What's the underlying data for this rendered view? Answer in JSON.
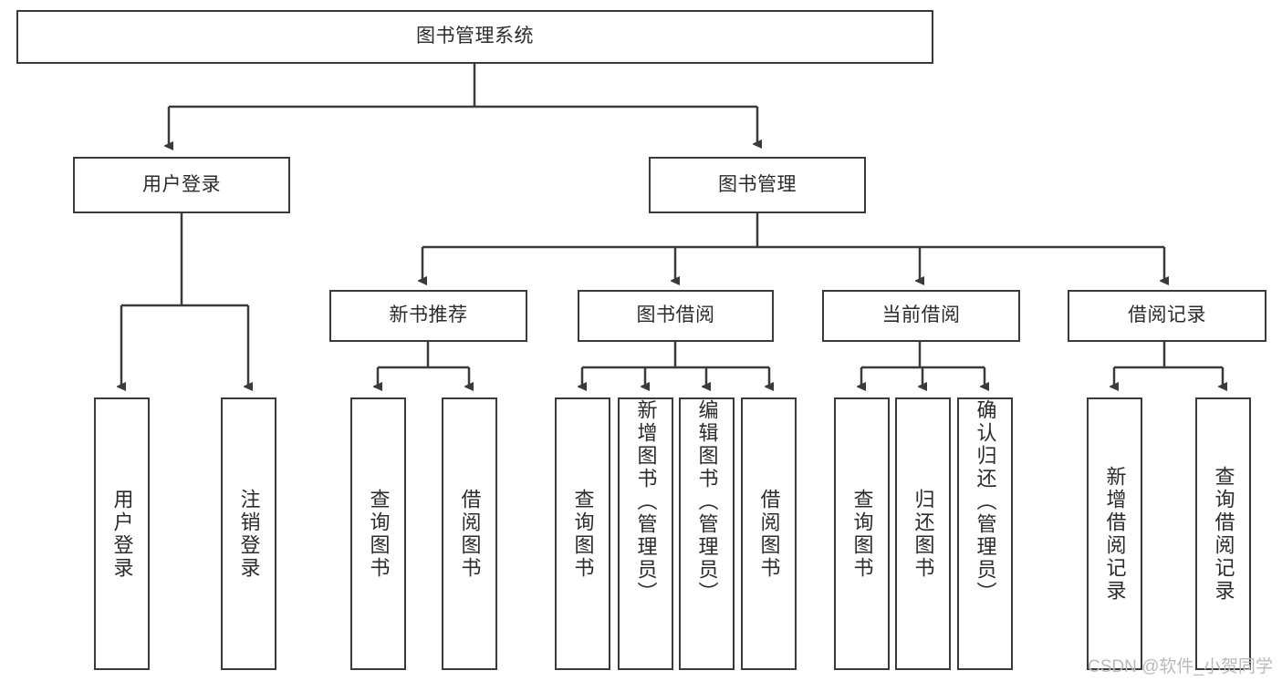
{
  "diagram": {
    "title": "图书管理系统",
    "type": "hierarchy-tree",
    "watermark": "CSDN @软件_小贺同学",
    "nodes": {
      "root": {
        "label": "图书管理系统",
        "level": 1
      },
      "user_login": {
        "label": "用户登录",
        "level": 2
      },
      "book_manage": {
        "label": "图书管理",
        "level": 2
      },
      "new_book_rec": {
        "label": "新书推荐",
        "level": 3
      },
      "book_borrow": {
        "label": "图书借阅",
        "level": 3
      },
      "current_borrow": {
        "label": "当前借阅",
        "level": 3
      },
      "borrow_record": {
        "label": "借阅记录",
        "level": 3
      },
      "leaf_user_login": {
        "label": "用户登录",
        "level": 4
      },
      "leaf_user_logout": {
        "label": "注销登录",
        "level": 4
      },
      "leaf_query_book_1": {
        "label": "查询图书",
        "level": 4
      },
      "leaf_borrow_book_1": {
        "label": "借阅图书",
        "level": 4
      },
      "leaf_query_book_2": {
        "label": "查询图书",
        "level": 4
      },
      "leaf_add_book": {
        "label": "新增图书（管理员）",
        "level": 4
      },
      "leaf_edit_book": {
        "label": "编辑图书（管理员）",
        "level": 4
      },
      "leaf_borrow_book_2": {
        "label": "借阅图书",
        "level": 4
      },
      "leaf_query_book_3": {
        "label": "查询图书",
        "level": 4
      },
      "leaf_return_book": {
        "label": "归还图书",
        "level": 4
      },
      "leaf_confirm_return": {
        "label": "确认归还（管理员）",
        "level": 4
      },
      "leaf_add_record": {
        "label": "新增借阅记录",
        "level": 4
      },
      "leaf_query_record": {
        "label": "查询借阅记录",
        "level": 4
      }
    },
    "colors": {
      "stroke": "#3a3a3a",
      "background": "#ffffff",
      "text": "#2b2b2b",
      "watermark": "#b9b9b9"
    }
  }
}
